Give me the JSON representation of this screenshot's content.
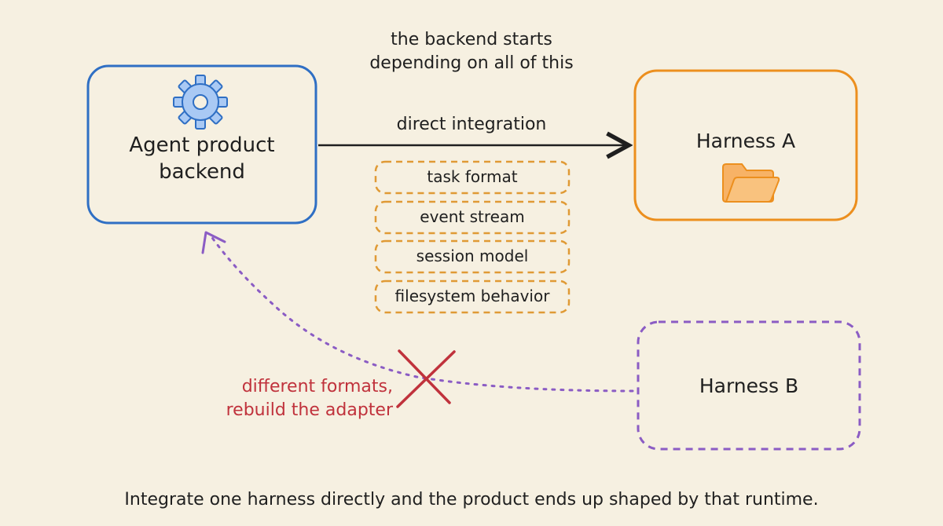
{
  "diagram": {
    "top_note": [
      "the backend starts",
      "depending on all of this"
    ],
    "arrow_label": "direct integration",
    "backend": {
      "label_lines": [
        "Agent product",
        "backend"
      ],
      "icon": "gear-icon"
    },
    "harness_a": {
      "label": "Harness A",
      "icon": "folder-icon"
    },
    "harness_b": {
      "label": "Harness B"
    },
    "dependencies": [
      "task format",
      "event stream",
      "session model",
      "filesystem behavior"
    ],
    "warning": [
      "different formats,",
      "rebuild the adapter"
    ],
    "caption": "Integrate one harness directly and the product ends up shaped by that runtime.",
    "colors": {
      "background": "#f6f0e1",
      "backend_stroke": "#2f6fc4",
      "harness_a_stroke": "#ec8f1e",
      "harness_b_stroke": "#8b5cc4",
      "chip_stroke": "#e09a35",
      "warning": "#c0323c",
      "gear_fill": "#a9c9f4",
      "folder_fill": "#f7b266"
    }
  }
}
